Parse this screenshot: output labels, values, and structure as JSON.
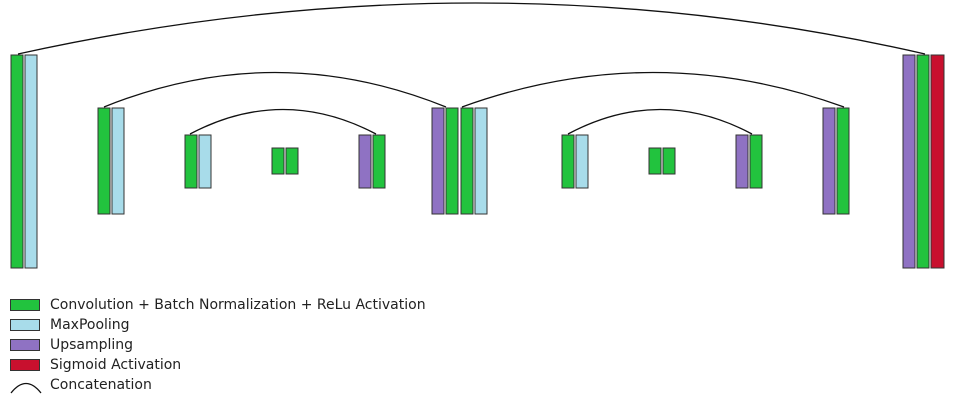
{
  "colors": {
    "conv": "#22c33e",
    "pool": "#a8dcea",
    "upsample": "#8f72c3",
    "sigmoid": "#c8102e",
    "arc": "#111111"
  },
  "legend": {
    "items": [
      {
        "key": "conv",
        "label": "Convolution + Batch Normalization + ReLu Activation"
      },
      {
        "key": "pool",
        "label": "MaxPooling"
      },
      {
        "key": "upsample",
        "label": "Upsampling"
      },
      {
        "key": "sigmoid",
        "label": "Sigmoid Activation"
      }
    ],
    "concatenation_label": "Concatenation"
  }
}
